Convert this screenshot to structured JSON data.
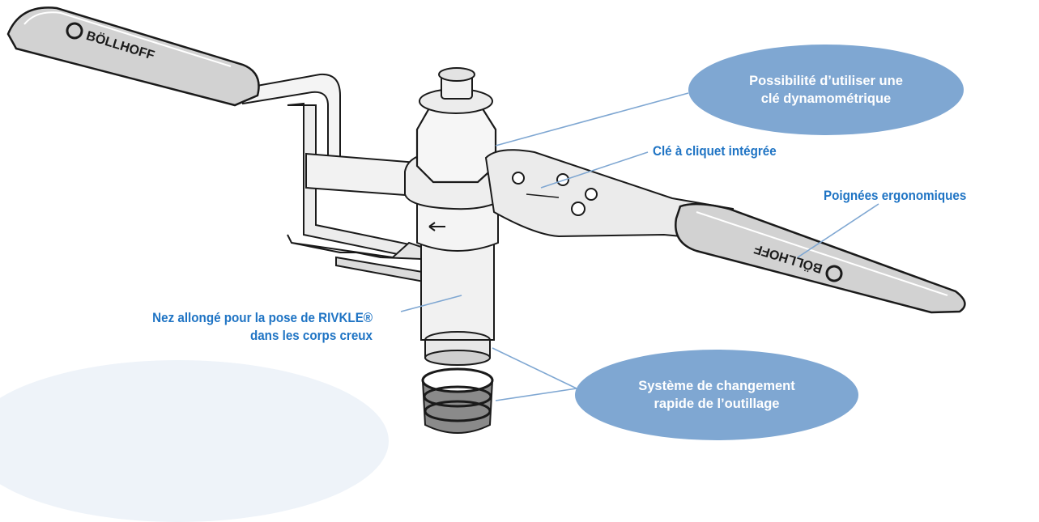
{
  "colors": {
    "accent_blue": "#1f74c4",
    "bubble_fill": "#7fa7d2",
    "bubble_text": "#ffffff",
    "line_color": "#7fa7d2",
    "tool_outline": "#1a1a1a",
    "grip_fill": "#d2d2d2",
    "background_blob": "#eef3f9"
  },
  "brand": {
    "logo_text": "BÖLLHOFF"
  },
  "callouts": {
    "torque_wrench": "Possibilité d’utiliser une\nclé dynamométrique",
    "ratchet": "Clé à cliquet intégrée",
    "handles": "Poignées ergonomiques",
    "nose": "Nez allongé pour la pose de RIVKLE®\ndans les corps creux",
    "quick_change": "Système de changement\nrapide de l’outillage"
  }
}
